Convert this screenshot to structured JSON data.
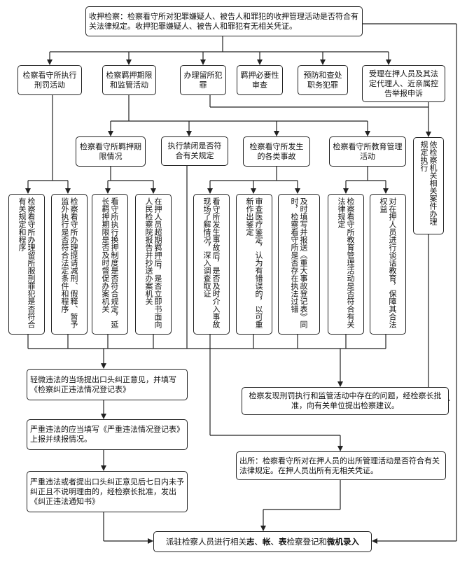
{
  "top": "收押检察：检察看守所对犯罪嫌疑人、被告人和罪犯的收押管理活动是否符合有关法律规定。收押犯罪嫌疑人、被告人和罪犯有无相关凭证。",
  "row1": [
    "检察看守所执行刑罚活动",
    "检察羁押期限和监管活动",
    "办理留所犯罪",
    "羁押必要性审查",
    "预防和查处职务犯罪",
    "受理在押人员及其法定代理人、近亲属控告举报申诉"
  ],
  "right_vertical": "依检察机关相关案件办理规定执行",
  "row2": [
    "检察看守所羁押期限情况",
    "执行禁闭是否符合有关规定",
    "检察看守所发生的各类事故",
    "检察看守所教育管理活动"
  ],
  "columns": [
    "检察看守所办理留所服刑罪犯是否符合有关规定和程序",
    "检察看守所办理提请减刑、假释、暂予监外执行是否符合法定条件和程序",
    "看守所执行换押制度是否符合规定，延长羁押期限是否及时督促办案机关",
    "在押人员超期羁押后，是否立即书面向人民检察院报告并抄送办案机关",
    "看守所发生事故后，是否及时介入事故现场了解情况，深入调查取证",
    "审查医疗鉴定，认为有错误的，以可重新作出鉴定",
    "及时填写并报送《重大事故登记表》同时，检察看守所是否存在执法过错",
    "检察看守所教育管理活动是否符合有关法律规定",
    "对在押人员进行谈话教育，保障其合法权益"
  ],
  "left1": "轻微违法的当场提出口头纠正意见，并填写《检察纠正违法情况登记表》",
  "left2": "严重违法的应当填写《严重违法情况登记表》上报并续报情况。",
  "left3": "严重违法或者提出口头纠正意见后七日内未予纠正且不说明理由的，经检察长批准，发出《纠正违法通知书》",
  "right1": "检察发现刑罚执行和监管活动中存在的问题，经检察长批准，向有关单位提出检察建议。",
  "right2": "出所：检察看守所对在押人员的出所管理活动是否符合有关法律规定。在押人员出所有无相关凭证。",
  "bottom": {
    "pre": "派驻检察人员进行相关",
    "z": "志",
    "sep1": "、",
    "zh": "帐",
    "sep2": "、",
    "b": "表",
    "mid": "检察登记和",
    "w": "微机录入"
  }
}
